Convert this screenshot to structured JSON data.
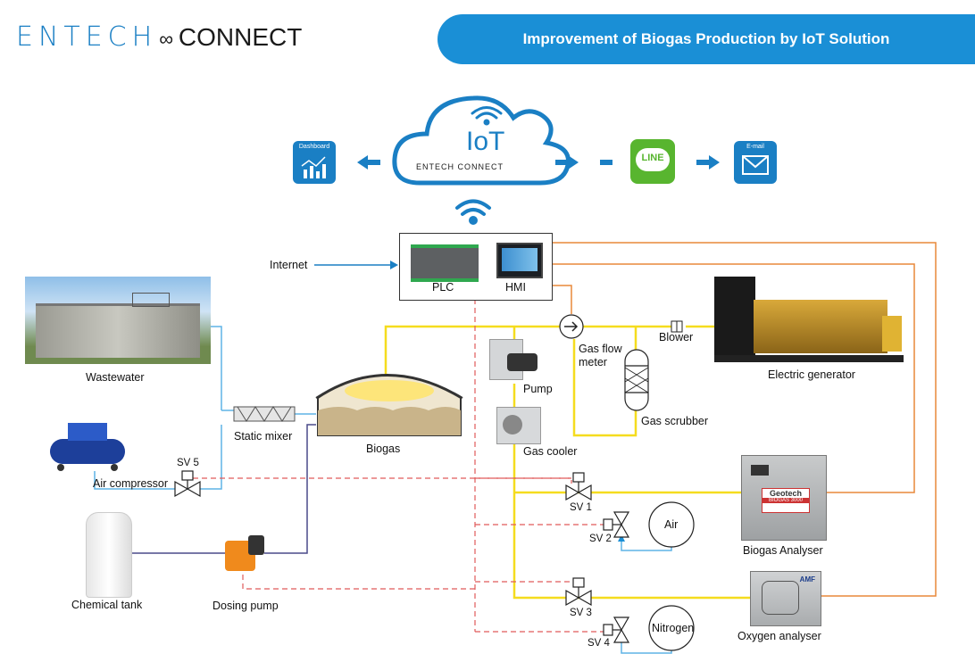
{
  "header": {
    "brand_main": "ENTECH",
    "brand_rest": "CONNECT",
    "banner_title": "Improvement of Biogas Production by IoT Solution"
  },
  "cloud": {
    "title": "IoT",
    "brand": "ENTECH CONNECT"
  },
  "icons": {
    "dashboard_label": "Dashboard",
    "line_label": "LINE",
    "email_label": "E-mail"
  },
  "controls": {
    "internet": "Internet",
    "plc": "PLC",
    "hmi": "HMI"
  },
  "equipment": {
    "wastewater": "Wastewater",
    "air_compressor": "Air compressor",
    "chemical_tank": "Chemical tank",
    "dosing_pump": "Dosing pump",
    "static_mixer": "Static mixer",
    "biogas": "Biogas",
    "pump": "Pump",
    "gas_cooler": "Gas cooler",
    "gas_flow_meter_1": "Gas flow",
    "gas_flow_meter_2": "meter",
    "blower": "Blower",
    "gas_scrubber": "Gas scrubber",
    "electric_generator": "Electric generator",
    "biogas_analyser": "Biogas Analyser",
    "oxygen_analyser": "Oxygen analyser",
    "air": "Air",
    "nitrogen": "Nitrogen",
    "geotech_brand": "Geotech",
    "geotech_model": "BIOGAS 3000",
    "amf_brand": "AMF"
  },
  "valves": {
    "sv1": "SV 1",
    "sv2": "SV 2",
    "sv3": "SV 3",
    "sv4": "SV 4",
    "sv5": "SV 5"
  },
  "colors": {
    "brand_blue": "#1a7fc4",
    "banner_blue": "#1a8fd6",
    "biogas_line": "#f5dc1e",
    "control_line": "#e8893a",
    "signal_dashed": "#e05a5a",
    "water_line": "#5fb4e6",
    "chemical_line": "#4a4a8a",
    "line_green": "#58b52f"
  }
}
